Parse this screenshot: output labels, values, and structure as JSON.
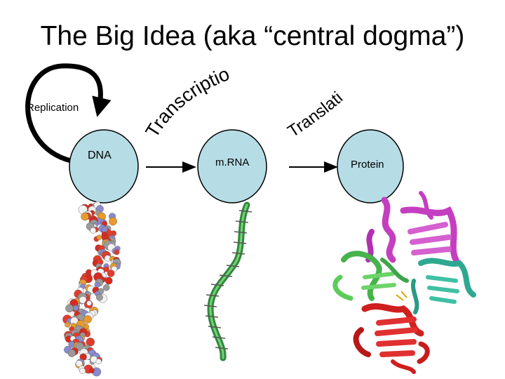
{
  "slide": {
    "title": "The Big Idea (aka “central dogma”)",
    "replication_label": "Replication",
    "transcription_label": "Transcription",
    "translation_label": "Translation",
    "nodes": [
      {
        "id": "dna",
        "label": "DNA"
      },
      {
        "id": "mrna",
        "label": "m.RNA"
      },
      {
        "id": "protein",
        "label": "Protein"
      }
    ]
  },
  "colors": {
    "oval_fill": "#b6dde6",
    "arrow": "#000000"
  },
  "images": [
    {
      "name": "dna-double-helix-space-filling-model"
    },
    {
      "name": "mrna-strand-ribbon-model"
    },
    {
      "name": "protein-ribbon-structure"
    }
  ]
}
